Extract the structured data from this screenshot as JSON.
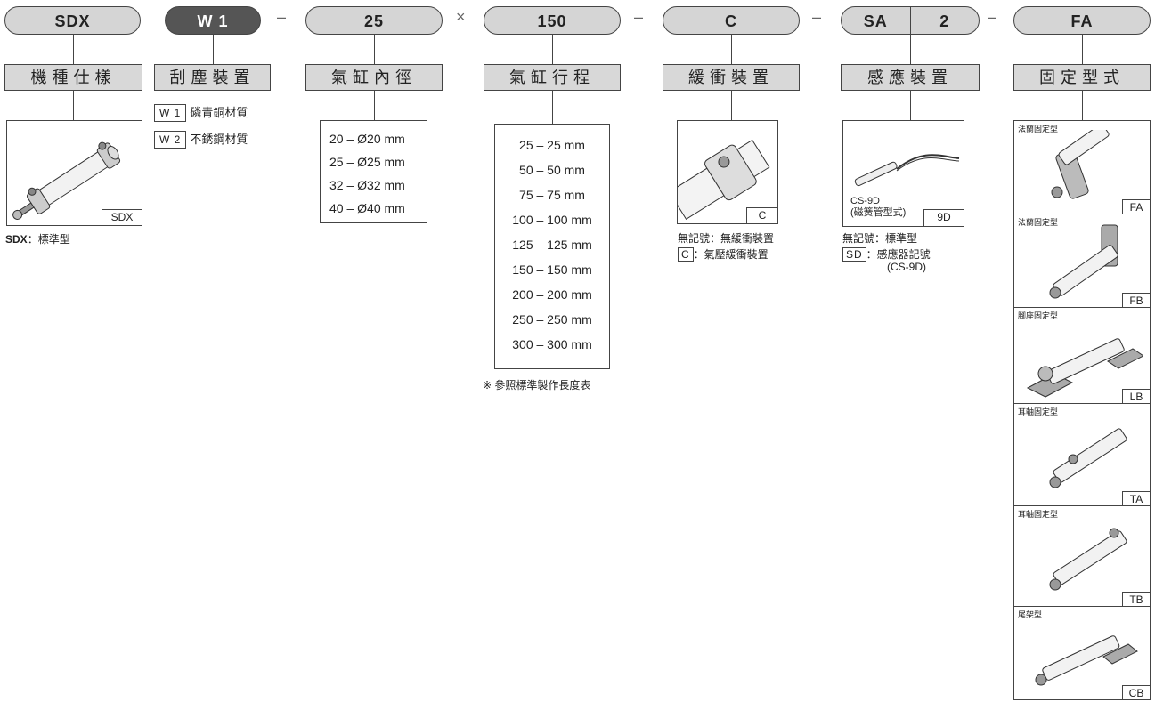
{
  "codes": {
    "model": "SDX",
    "scraper": "W 1",
    "bore": "25",
    "times": "×",
    "stroke": "150",
    "cushion": "C",
    "sensor_a": "SA",
    "sensor_b": "2",
    "mount": "FA",
    "dash": "–"
  },
  "labels": {
    "model": "機種仕樣",
    "scraper": "刮塵裝置",
    "bore": "氣缸內徑",
    "stroke": "氣缸行程",
    "cushion": "緩衝裝置",
    "sensor": "感應裝置",
    "mount": "固定型式"
  },
  "model": {
    "tag": "SDX",
    "note_code": "SDX",
    "note_text": "：標準型"
  },
  "scraper_options": [
    {
      "code": "W 1",
      "text": "磷青銅材質"
    },
    {
      "code": "W 2",
      "text": "不銹鋼材質"
    }
  ],
  "bore_options": [
    "20 – Ø20 mm",
    "25 – Ø25 mm",
    "32 – Ø32 mm",
    "40 – Ø40 mm"
  ],
  "stroke_options": [
    "25 – 25 mm",
    "50 – 50 mm",
    "75 – 75 mm",
    "100 – 100 mm",
    "125 – 125 mm",
    "150 – 150 mm",
    "200 – 200 mm",
    "250 – 250 mm",
    "300 – 300 mm"
  ],
  "stroke_note": "※ 參照標準製作長度表",
  "cushion": {
    "tag": "C",
    "note1": "無記號：無緩衝裝置",
    "note2_code": "C",
    "note2_text": "：氣壓緩衝裝置"
  },
  "sensor": {
    "caption1": "CS-9D",
    "caption2": "(磁簧管型式)",
    "tag": "9D",
    "note1": "無記號：標準型",
    "note2_code": "SD",
    "note2_text": "：感應器記號",
    "note3": "(CS-9D)"
  },
  "mount_options": [
    {
      "caption": "法蘭固定型",
      "tag": "FA"
    },
    {
      "caption": "法蘭固定型",
      "tag": "FB"
    },
    {
      "caption": "腳座固定型",
      "tag": "LB"
    },
    {
      "caption": "耳軸固定型",
      "tag": "TA"
    },
    {
      "caption": "耳軸固定型",
      "tag": "TB"
    },
    {
      "caption": "尾架型",
      "tag": "CB"
    }
  ]
}
